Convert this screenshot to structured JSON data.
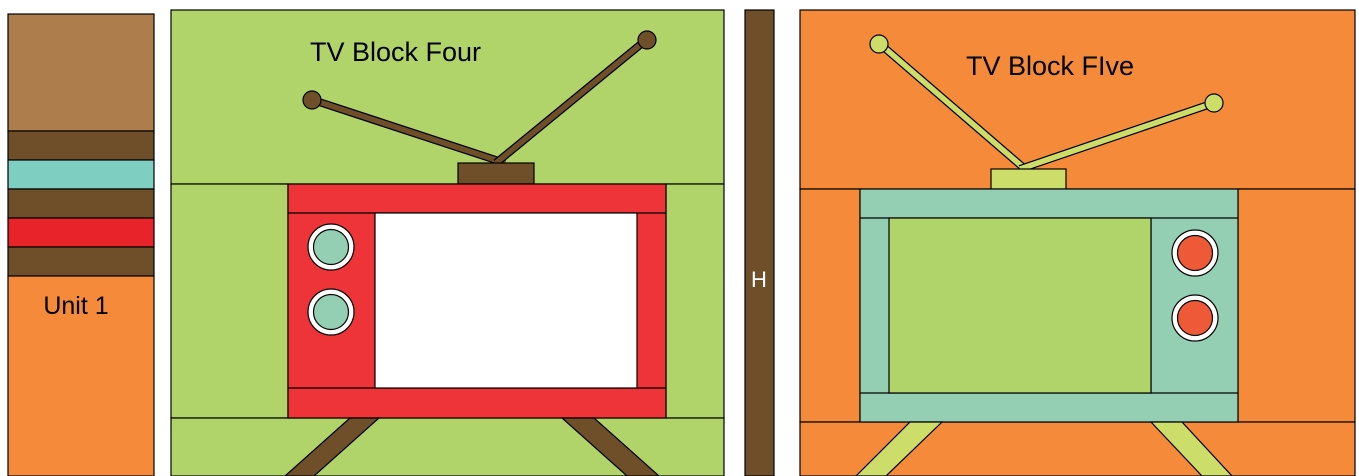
{
  "unit_strip": {
    "label": "Unit 1",
    "colors": {
      "top": "#ad7d4b",
      "brown": "#6f4e2a",
      "teal": "#7ecfc2",
      "red": "#e9232a",
      "orange": "#f48a3a"
    }
  },
  "block_four": {
    "title": "TV Block Four",
    "colors": {
      "background": "#b1d46a",
      "body": "#ee3438",
      "screen": "#ffffff",
      "knob": "#94cfb4",
      "antenna": "#6f4e2a",
      "legs": "#6f4e2a",
      "base": "#6f4e2a"
    }
  },
  "sashing": {
    "label": "H",
    "color": "#6f4e2a"
  },
  "block_five": {
    "title": "TV Block FIve",
    "colors": {
      "background": "#f48a3a",
      "body": "#94cfb4",
      "screen": "#b1d46a",
      "knob": "#ee5a38",
      "antenna": "#cddd6a",
      "legs": "#cddd6a",
      "base": "#cddd6a"
    }
  }
}
